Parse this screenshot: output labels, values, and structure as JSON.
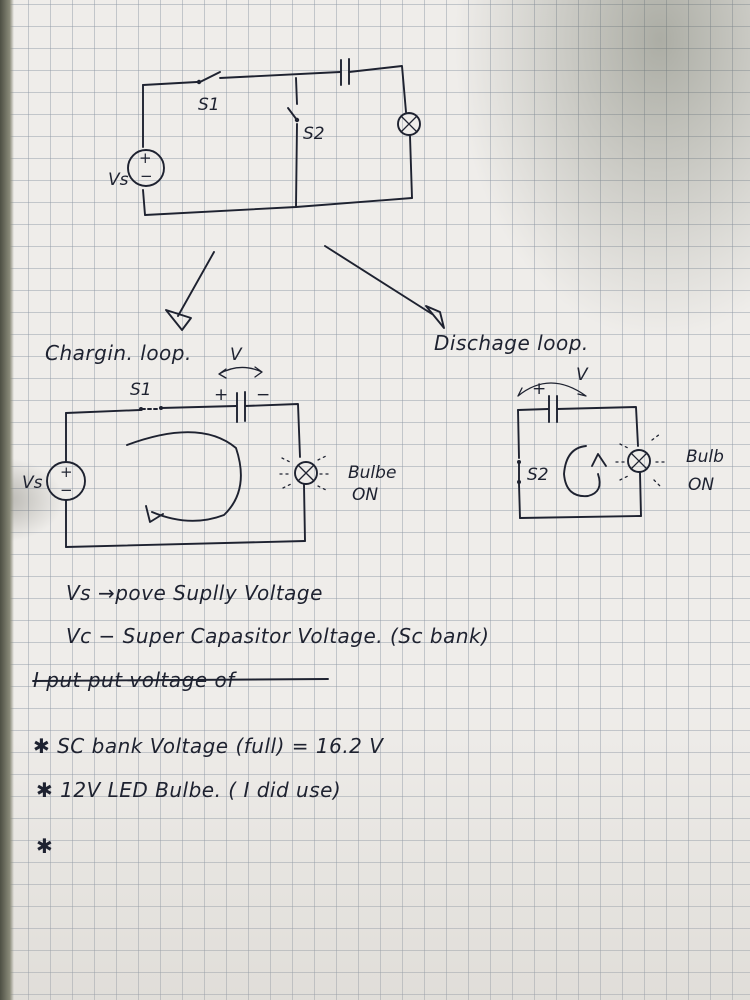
{
  "top_circuit": {
    "switch1_label": "S1",
    "switch2_label": "S2",
    "source_label": "Vs",
    "source_plus": "+",
    "source_minus": "−"
  },
  "charging": {
    "title": "Chargin. loop.",
    "switch_label": "S1",
    "cap_voltage": "V",
    "cap_plus": "+",
    "cap_minus": "−",
    "source_label": "Vs",
    "bulb_label": "Bulbe",
    "bulb_state": "ON"
  },
  "discharge": {
    "title": "Dischage loop.",
    "cap_plus": "+",
    "cap_voltage": "V",
    "switch_label": "S2",
    "bulb_label": "Bulb",
    "bulb_state": "ON"
  },
  "notes": {
    "line1": "Vs →pove Suplly Voltage",
    "line2": "Vc − Super Capasitor Voltage. (Sc bank)",
    "line3_struck": "I put put voltage of",
    "line4": "✱ SC bank Voltage (full) = 16.2 V",
    "line5": "✱ 12V LED Bulbe. ( I did use)",
    "line6": "✱"
  },
  "colors": {
    "ink": "#1e2230",
    "paper": "#efedea",
    "grid": "#8c96a5"
  }
}
